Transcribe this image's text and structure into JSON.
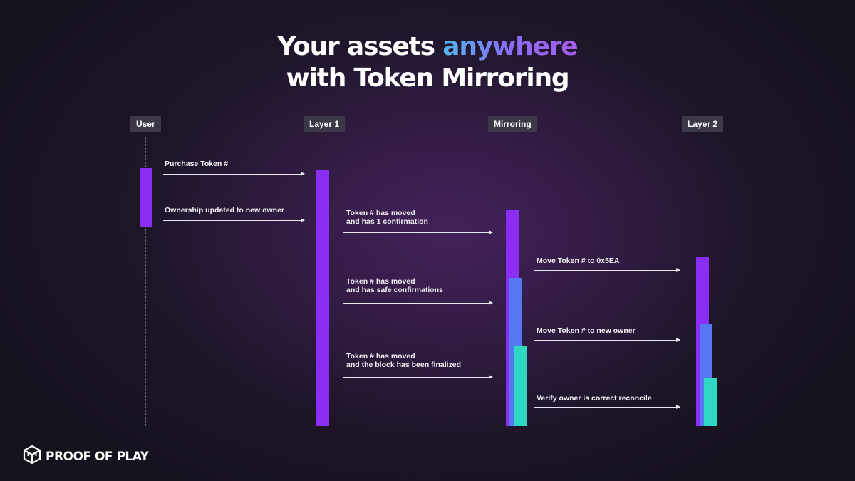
{
  "title": {
    "line1_before": "Your assets ",
    "line1_accent": "anywhere",
    "line2": "with Token Mirroring"
  },
  "participants": {
    "user": "User",
    "layer1": "Layer 1",
    "mirroring": "Mirroring",
    "layer2": "Layer 2"
  },
  "messages": {
    "m1": "Purchase Token #",
    "m2": "Ownership updated to new owner",
    "m3_a": "Token # has moved",
    "m3_b": "and has 1 confirmation",
    "m4": "Move Token # to 0x5EA",
    "m5_a": "Token # has moved",
    "m5_b": "and has safe confirmations",
    "m6": "Move Token # to new owner",
    "m7_a": "Token # has moved",
    "m7_b": "and the block has been finalized",
    "m8": "Verify owner is correct reconcile"
  },
  "colors": {
    "purple": "#8a2ef5",
    "blue": "#5577f2",
    "teal": "#2fd8c2",
    "accent_gradient": [
      "#4fb8f0",
      "#8b6cf6",
      "#a55cf0"
    ]
  },
  "brand": {
    "name": "PROOF OF PLAY",
    "icon": "cube-logo-icon"
  }
}
